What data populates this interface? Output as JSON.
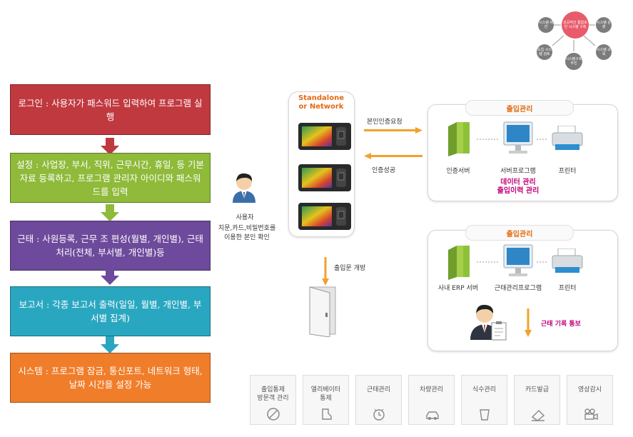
{
  "flow": [
    {
      "text": "로그인 : 사용자가 패스워드 입력하여 프로그램 실행",
      "color": "#c0393f"
    },
    {
      "text": "설정 : 사업장, 부서, 직위, 근무시간, 휴일, 등 기본자료 등록하고, 프로그램 관리자 아이디와 패스워드를 입력",
      "color": "#8fba3a"
    },
    {
      "text": "근태 : 사원등록, 근무 조 편성(월별, 개인별), 근태처리(전체, 부서별, 개인별)등",
      "color": "#6d4a9b"
    },
    {
      "text": "보고서 : 각종 보고서 출력(일일, 월별, 개인별, 부서별 집계)",
      "color": "#2aa7c0"
    },
    {
      "text": "시스템 : 프로그램 잠금, 통신포트, 네트워크 형태, 날짜 시간을 설정 가능",
      "color": "#f07d2a"
    }
  ],
  "flow_arrow_colors": [
    "#c0393f",
    "#8fba3a",
    "#6d4a9b",
    "#2aa7c0"
  ],
  "cycle": {
    "center": "성공적인 통합보안 시스템 구축",
    "nodes": [
      "시스템 제안",
      "시스템 운영",
      "도입 시스템 검토",
      "시스템구축 추진",
      "시스템 교육"
    ]
  },
  "device": {
    "header": "Standalone or Network"
  },
  "user": {
    "label": "사용자",
    "desc_line1": "지문,카드,비밀번호를",
    "desc_line2": "이용한 본인 확인"
  },
  "arrows": {
    "auth_request": "본인인증요청",
    "auth_success": "인증성공",
    "door_open": "출입문 개방"
  },
  "panel1": {
    "title": "출입관리",
    "items": [
      "인증서버",
      "서버프로그램",
      "프린터"
    ],
    "note_line1": "데이터 관리",
    "note_line2": "출입이력 관리"
  },
  "panel2": {
    "title": "출입관리",
    "items": [
      "사내 ERP 서버",
      "근태관리프로그램",
      "프린터"
    ],
    "note": "근태 기록 통보"
  },
  "tiles": [
    {
      "label": "출입통제\n방문객 관리",
      "icon": "prohibit-icon"
    },
    {
      "label": "엘리베이터\n통제",
      "icon": "elevator-icon"
    },
    {
      "label": "근태관리",
      "icon": "clock-icon"
    },
    {
      "label": "차량관리",
      "icon": "car-icon"
    },
    {
      "label": "식수관리",
      "icon": "cup-icon"
    },
    {
      "label": "카드발급",
      "icon": "card-icon"
    },
    {
      "label": "영상감시",
      "icon": "camera-icon"
    }
  ]
}
